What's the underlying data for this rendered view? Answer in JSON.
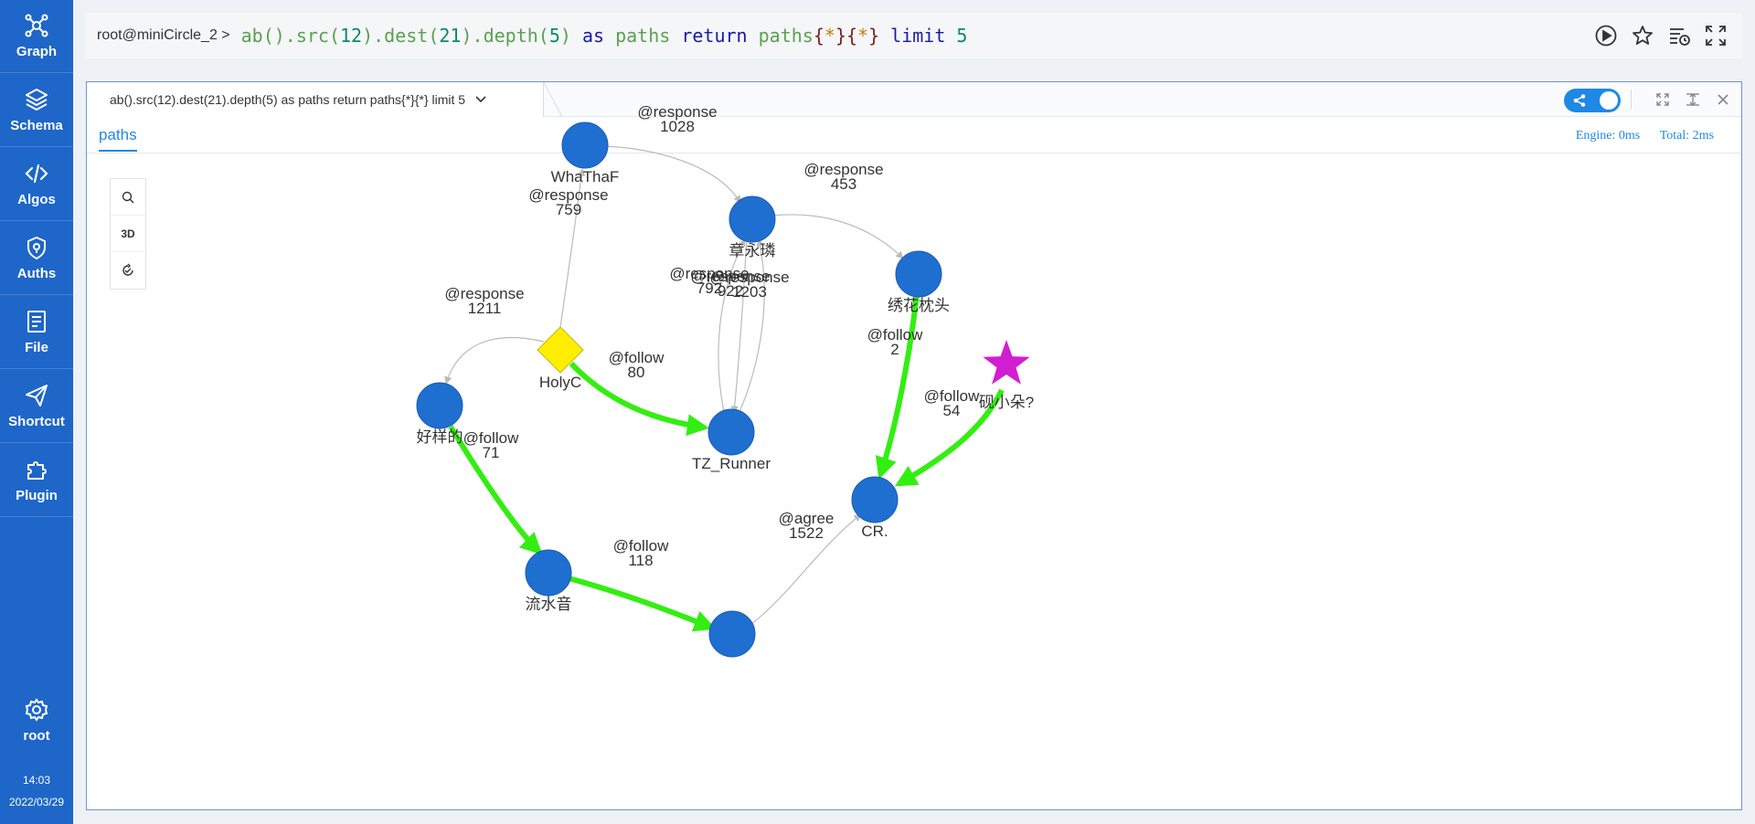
{
  "sidebar": {
    "items": [
      {
        "label": "Graph",
        "icon": "graph-icon"
      },
      {
        "label": "Schema",
        "icon": "schema-icon"
      },
      {
        "label": "Algos",
        "icon": "code-icon"
      },
      {
        "label": "Auths",
        "icon": "shield-icon"
      },
      {
        "label": "File",
        "icon": "file-icon"
      },
      {
        "label": "Shortcut",
        "icon": "send-icon"
      },
      {
        "label": "Plugin",
        "icon": "puzzle-icon"
      }
    ],
    "user": {
      "label": "root",
      "icon": "gear-icon"
    },
    "time": "14:03",
    "date": "2022/03/29"
  },
  "query_bar": {
    "prompt": "root@miniCircle_2 >",
    "query_tokens": [
      {
        "t": "ab().src(",
        "c": "fn"
      },
      {
        "t": "12",
        "c": "num"
      },
      {
        "t": ").dest(",
        "c": "fn"
      },
      {
        "t": "21",
        "c": "num"
      },
      {
        "t": ").depth(",
        "c": "fn"
      },
      {
        "t": "5",
        "c": "num"
      },
      {
        "t": ") ",
        "c": "fn"
      },
      {
        "t": "as",
        "c": "kw"
      },
      {
        "t": " paths ",
        "c": "id"
      },
      {
        "t": "return",
        "c": "kw"
      },
      {
        "t": " paths",
        "c": "id"
      },
      {
        "t": "{",
        "c": "br"
      },
      {
        "t": "*",
        "c": "star"
      },
      {
        "t": "}{",
        "c": "br"
      },
      {
        "t": "*",
        "c": "star"
      },
      {
        "t": "}",
        "c": "br"
      },
      {
        "t": " limit ",
        "c": "kw"
      },
      {
        "t": "5",
        "c": "num"
      }
    ],
    "actions": [
      "play-icon",
      "star-icon",
      "history-icon",
      "fullscreen-icon"
    ]
  },
  "result": {
    "tab_title": "ab().src(12).dest(21).depth(5) as paths return paths{*}{*} limit 5",
    "subtab": "paths",
    "engine": "Engine: 0ms",
    "total": "Total: 2ms",
    "toolbar": [
      "search-icon",
      "3D",
      "reset-icon"
    ],
    "toggle_on": true
  },
  "graph": {
    "colors": {
      "node": "#1e6fd0",
      "start": "#ffee00",
      "end": "#d21ed2",
      "follow": "#33ee11",
      "response": "#bbbbbb"
    },
    "nodes": [
      {
        "id": "whathaf",
        "label": "WhaThaF",
        "shape": "circle"
      },
      {
        "id": "zhang",
        "label": "章永璘",
        "shape": "circle"
      },
      {
        "id": "xiuhua",
        "label": "绣花枕头",
        "shape": "circle"
      },
      {
        "id": "holyc",
        "label": "HolyC",
        "shape": "diamond"
      },
      {
        "id": "haoyang",
        "label": "好样的",
        "shape": "circle"
      },
      {
        "id": "tz",
        "label": "TZ_Runner",
        "shape": "circle"
      },
      {
        "id": "star",
        "label": "砚小朵?",
        "shape": "star"
      },
      {
        "id": "cr",
        "label": "CR.",
        "shape": "circle"
      },
      {
        "id": "liushui",
        "label": "流水音",
        "shape": "circle"
      },
      {
        "id": "bottom",
        "label": "",
        "shape": "circle"
      }
    ],
    "edges": [
      {
        "from": "whathaf",
        "to": "zhang",
        "type": "@response",
        "value": "1028"
      },
      {
        "from": "zhang",
        "to": "xiuhua",
        "type": "@response",
        "value": "453"
      },
      {
        "from": "holyc",
        "to": "whathaf",
        "type": "@response",
        "value": "759"
      },
      {
        "from": "holyc",
        "to": "haoyang",
        "type": "@response",
        "value": "1211"
      },
      {
        "from": "holyc",
        "to": "tz",
        "type": "@follow",
        "value": "80"
      },
      {
        "from": "tz",
        "to": "zhang",
        "type": "@response",
        "value": "792"
      },
      {
        "from": "zhang",
        "to": "tz",
        "type": "@response",
        "value": "922"
      },
      {
        "from": "tz",
        "to": "zhang",
        "type": "@response",
        "value": "1203"
      },
      {
        "from": "xiuhua",
        "to": "cr",
        "type": "@follow",
        "value": "2"
      },
      {
        "from": "star",
        "to": "cr",
        "type": "@follow",
        "value": "54"
      },
      {
        "from": "haoyang",
        "to": "liushui",
        "type": "@follow",
        "value": "71"
      },
      {
        "from": "liushui",
        "to": "bottom",
        "type": "@follow",
        "value": "118"
      },
      {
        "from": "bottom",
        "to": "cr",
        "type": "@agree",
        "value": "1522"
      }
    ]
  }
}
